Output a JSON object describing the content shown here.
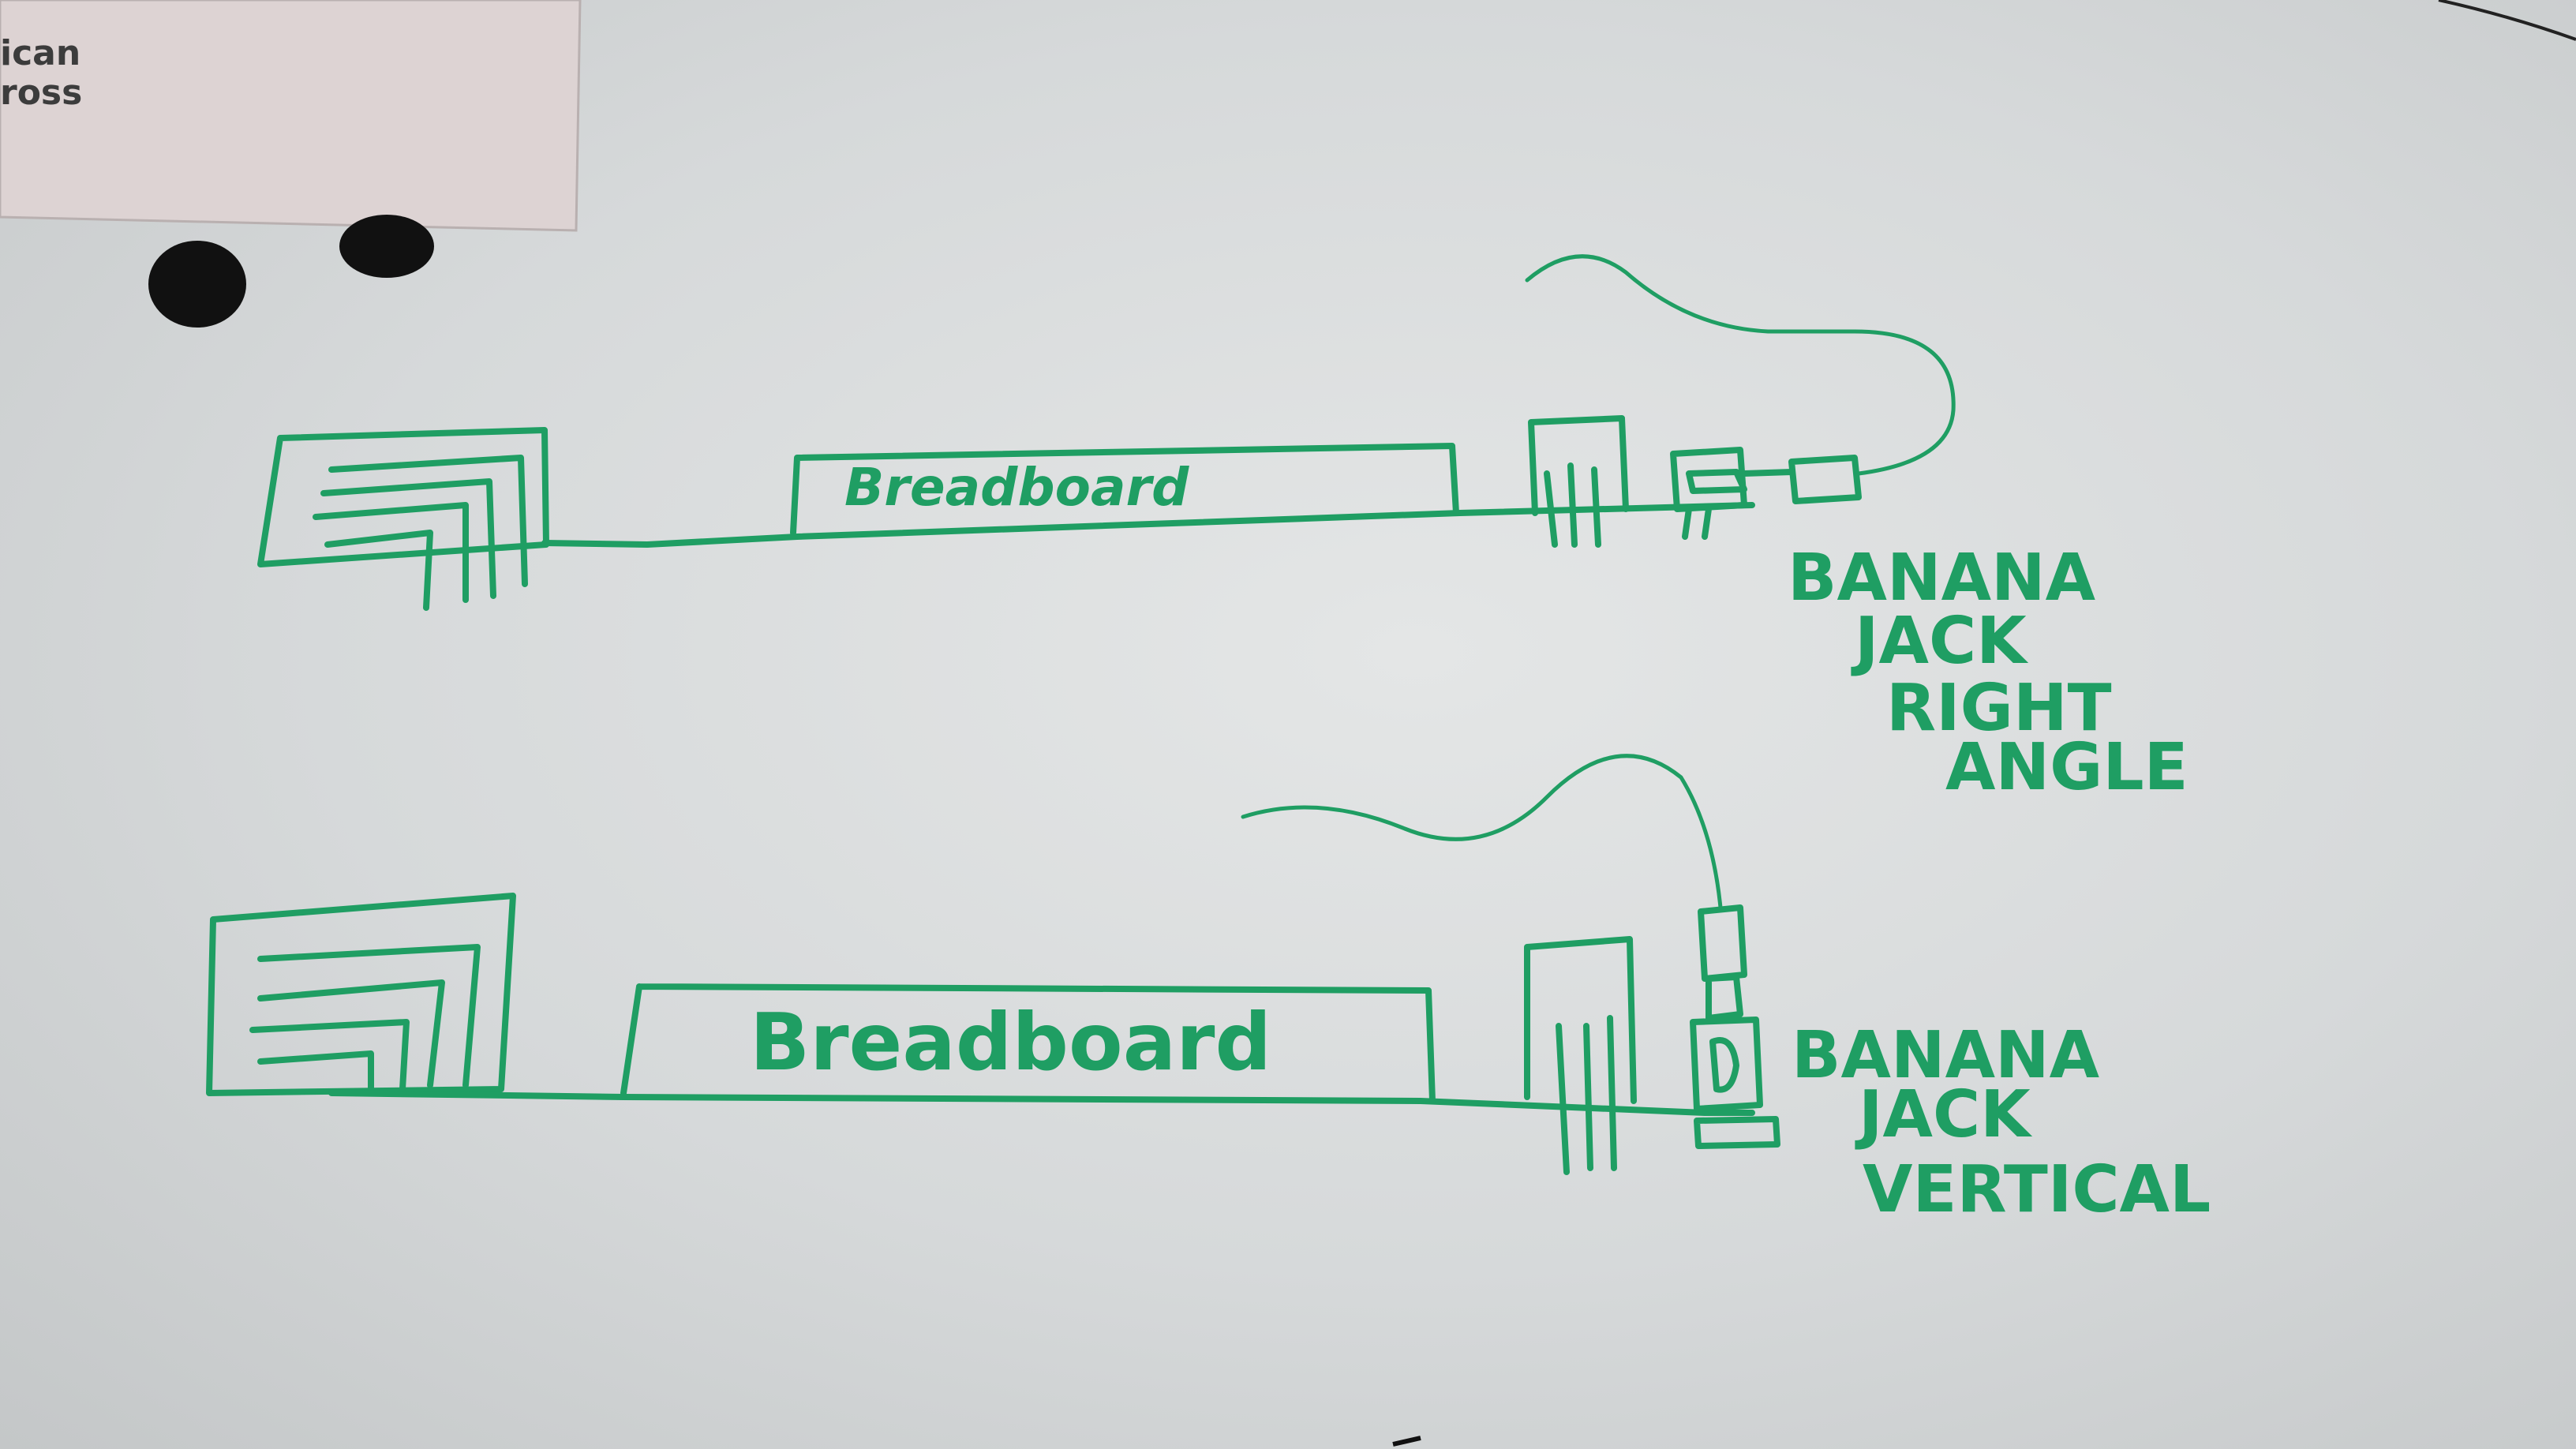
{
  "paper": {
    "line1": "ican",
    "line2": "ross"
  },
  "top_sketch": {
    "breadboard_label": "Breadboard",
    "caption_lines": [
      "BANANA",
      "JACK",
      "RIGHT",
      "ANGLE"
    ]
  },
  "bottom_sketch": {
    "breadboard_label": "Breadboard",
    "caption_lines": [
      "BANANA",
      "JACK",
      "VERTICAL"
    ]
  },
  "colors": {
    "marker": "#1f9e63",
    "board": "#d9dcdd",
    "paper": "#ddd3d3",
    "magnet": "#111111"
  }
}
